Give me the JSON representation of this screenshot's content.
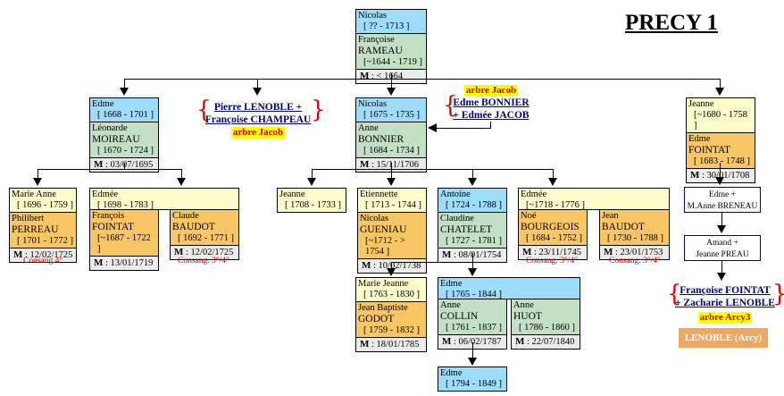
{
  "title": "PRECY 1",
  "colors": {
    "blue": "#9ddcfa",
    "yellow": "#fffccc",
    "green": "#c3e0c4",
    "orange": "#f8c664",
    "grey": "#ebebeb",
    "link": "#000080",
    "red": "#e00000",
    "tag_bg": "#ffff00",
    "button_bg": "#f0a860"
  },
  "marriage_label": "M",
  "root": {
    "husband": {
      "name": "Nicolas",
      "dates": "[ ?? - 1713 ]"
    },
    "wife": {
      "first": "Françoise",
      "last": "RAMEAU",
      "dates": "[~1644 - 1719 ]"
    },
    "marriage": " :  < 1664"
  },
  "gen2": {
    "edme": {
      "husband": {
        "name": "Edme",
        "dates": "[ 1668 - 1701 ]"
      },
      "wife": {
        "first": "Léonarde",
        "last": "MOIREAU",
        "dates": "[ 1670 - 1724 ]"
      },
      "marriage": " : 03/07/1695"
    },
    "lenoble_link": {
      "line1": "Pierre LENOBLE +",
      "line2": "Françoise CHAMPEAU",
      "tag": "arbre Jacob"
    },
    "nicolas": {
      "husband": {
        "name": "Nicolas",
        "dates": "[ 1675 - 1735 ]"
      },
      "wife": {
        "first": "Anne",
        "last": "BONNIER",
        "dates": "[ 1684 - 1734 ]"
      },
      "marriage": " : 15/11/1706"
    },
    "bonnier_link": {
      "tag": "arbre Jacob",
      "line1": "Edme BONNIER",
      "line2": "+ Edmée JACOB"
    },
    "jeanne": {
      "wife": {
        "name": "Jeanne",
        "dates": "[~1680 - 1758 ]"
      },
      "husband": {
        "first": "Edme",
        "last": "FOINTAT",
        "dates": "[ 1683 - 1748 ]"
      },
      "marriage": " : 30/01/1708"
    }
  },
  "gen3_left": {
    "marie_anne": {
      "wife": {
        "name": "Marie Anne",
        "dates": "[ 1696 - 1759 ]"
      },
      "husband": {
        "first": "Philibert",
        "last": "PERREAU",
        "dates": "[ 1701 - 1772 ]"
      },
      "marriage": " : 12/02/1725",
      "note": "Consang.4°"
    },
    "edmee": {
      "wife": {
        "name": "Edmée",
        "dates": "[ 1698 - 1783 ]"
      },
      "husband1": {
        "first": "François",
        "last": "FOINTAT",
        "dates": "[~1687 - 1722 ]",
        "marriage": " : 13/01/1719"
      },
      "husband2": {
        "first": "Claude",
        "last": "BAUDOT",
        "dates": "[ 1692 - 1771 ]",
        "marriage": " : 12/02/1725",
        "note": "Consang. 3°/4°"
      }
    }
  },
  "gen3_mid": {
    "jeanne": {
      "name": "Jeanne",
      "dates": "[ 1708 - 1733 ]"
    },
    "etiennette": {
      "wife": {
        "name": "Etiennette",
        "dates": "[ 1713 - 1744 ]"
      },
      "husband": {
        "first": "Nicolas",
        "last": "GUENIAU",
        "dates": "[~1712 - > 1754 ]"
      },
      "marriage": " : 10/02/1738"
    },
    "antoine": {
      "husband": {
        "name": "Antoine",
        "dates": "[ 1724 - 1788 ]"
      },
      "wife": {
        "first": "Claudine",
        "last": "CHATELET",
        "dates": "[ 1727 - 1781 ]"
      },
      "marriage": " : 08/01/1754"
    },
    "edmee": {
      "wife": {
        "name": "Edmée",
        "dates": "[~1718 - 1776 ]"
      },
      "husband1": {
        "first": "Noé",
        "last": "BOURGEOIS",
        "dates": "[ 1684 - 1752 ]",
        "marriage": " : 23/11/1745",
        "note": "Consang. 3°/4°"
      },
      "husband2": {
        "first": "Jean",
        "last": "BAUDOT",
        "dates": "[ 1730 - 1788 ]",
        "marriage": " : 23/01/1753",
        "note": "Consang. 3°/4°"
      }
    }
  },
  "gen4": {
    "marie_jeanne": {
      "wife": {
        "name": "Marie Jeanne",
        "dates": "[ 1763 - 1830 ]"
      },
      "husband": {
        "first": "Jean Baptiste",
        "last": "GODOT",
        "dates": "[ 1759 - 1832 ]"
      },
      "marriage": " : 18/01/1785"
    },
    "edme": {
      "husband": {
        "name": "Edme",
        "dates": "[ 1765 - 1844 ]"
      },
      "wife1": {
        "first": "Anne",
        "last": "COLLIN",
        "dates": "[ 1761 - 1837 ]",
        "marriage": " : 06/02/1787"
      },
      "wife2": {
        "first": "Anne",
        "last": "HUOT",
        "dates": "[ 1786 - 1860 ]",
        "marriage": " : 22/07/1840"
      }
    }
  },
  "gen5": {
    "edme": {
      "name": "Edme",
      "dates": "[ 1794 - 1849 ]"
    }
  },
  "right_chain": {
    "box1": {
      "line1": "Edme +",
      "line2": "M.Anne BRENEAU"
    },
    "box2": {
      "line1": "Amand +",
      "line2": "Jeanne PREAU"
    },
    "link": {
      "line1": "Françoise FOINTAT",
      "line2": "+ Zacharie LENOBLE",
      "tag": "arbre Arcy3"
    },
    "button": "LENOBLE (Arcy)"
  }
}
